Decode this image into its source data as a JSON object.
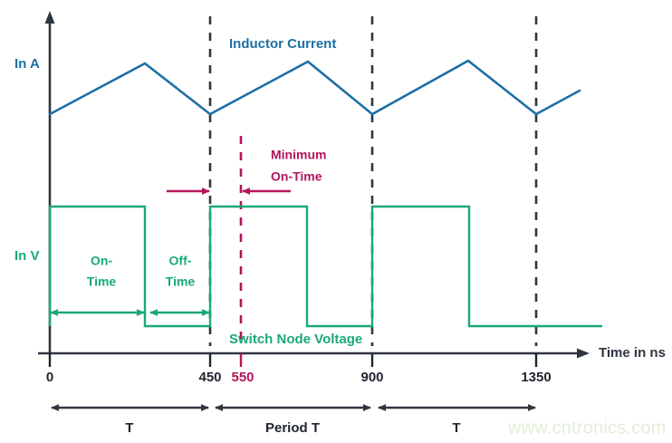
{
  "colors": {
    "current": "#1d6fa5",
    "voltage": "#1aa87a",
    "accent": "#b5145a",
    "axis": "#2f3640",
    "tick_text": "#1f2430",
    "watermark": "#e3edd6",
    "background": "#ffffff"
  },
  "axes": {
    "y_current_unit": "In A",
    "y_voltage_unit": "In V",
    "x_axis_label": "Time in ns",
    "ticks": [
      {
        "value": "0",
        "x": 55,
        "color": "#1f2430"
      },
      {
        "value": "450",
        "x": 232,
        "color": "#1f2430"
      },
      {
        "value": "550",
        "x": 266,
        "color": "#b5145a"
      },
      {
        "value": "900",
        "x": 411,
        "color": "#1f2430"
      },
      {
        "value": "1350",
        "x": 592,
        "color": "#1f2430"
      }
    ]
  },
  "series": {
    "inductor_current": {
      "label": "Inductor Current",
      "color": "#1d6fa5"
    },
    "switch_node_voltage": {
      "label": "Switch Node Voltage",
      "color": "#1aa87a"
    }
  },
  "annotations": {
    "minimum_on_time": "Minimum\nOn-Time",
    "minimum_on_time_line1": "Minimum",
    "minimum_on_time_line2": "On-Time",
    "on_time_line1": "On-",
    "on_time_line2": "Time",
    "off_time_line1": "Off-",
    "off_time_line2": "Time",
    "period_left": "T",
    "period_middle": "Period T",
    "period_right": "T"
  },
  "watermark": "www.cntronics.com",
  "chart_data": {
    "type": "line",
    "title": "Switching regulator minimum on-time timing diagram",
    "xlabel": "Time in ns",
    "ylabel": "In A / In V",
    "xlim": [
      0,
      1500
    ],
    "grid": false,
    "legend": "inline-labels",
    "x_ticks": [
      0,
      450,
      550,
      900,
      1350
    ],
    "x_tick_labels": [
      "0",
      "450",
      "550",
      "900",
      "1350"
    ],
    "vertical_markers": [
      {
        "x": 450,
        "style": "dashed",
        "color": "#2f3640"
      },
      {
        "x": 550,
        "style": "dashed",
        "color": "#b5145a"
      },
      {
        "x": 900,
        "style": "dashed",
        "color": "#2f3640"
      },
      {
        "x": 1350,
        "style": "dashed",
        "color": "#2f3640"
      }
    ],
    "series": [
      {
        "name": "Inductor Current",
        "units": "A",
        "color": "#1d6fa5",
        "shape": "triangular ripple",
        "points": [
          {
            "x": 0,
            "y": 0.4
          },
          {
            "x": 270,
            "y": 1.0
          },
          {
            "x": 450,
            "y": 0.4
          },
          {
            "x": 720,
            "y": 1.02
          },
          {
            "x": 900,
            "y": 0.4
          },
          {
            "x": 1170,
            "y": 1.0
          },
          {
            "x": 1350,
            "y": 0.4
          },
          {
            "x": 1470,
            "y": 0.78
          }
        ]
      },
      {
        "name": "Switch Node Voltage",
        "units": "V",
        "color": "#1aa87a",
        "shape": "square pulse",
        "points": [
          {
            "x": 0,
            "y": 0
          },
          {
            "x": 0,
            "y": 1
          },
          {
            "x": 270,
            "y": 1
          },
          {
            "x": 270,
            "y": 0
          },
          {
            "x": 450,
            "y": 0
          },
          {
            "x": 450,
            "y": 1
          },
          {
            "x": 720,
            "y": 1
          },
          {
            "x": 720,
            "y": 0
          },
          {
            "x": 900,
            "y": 0
          },
          {
            "x": 900,
            "y": 1
          },
          {
            "x": 1170,
            "y": 1
          },
          {
            "x": 1170,
            "y": 0
          },
          {
            "x": 1500,
            "y": 0
          }
        ]
      }
    ],
    "intervals": [
      {
        "label": "On-Time",
        "from": 0,
        "to": 270,
        "color": "#1aa87a"
      },
      {
        "label": "Off-Time",
        "from": 290,
        "to": 450,
        "color": "#1aa87a"
      },
      {
        "label": "T",
        "from": 0,
        "to": 450,
        "color": "#2f3640"
      },
      {
        "label": "Period T",
        "from": 450,
        "to": 900,
        "color": "#2f3640"
      },
      {
        "label": "T",
        "from": 900,
        "to": 1350,
        "color": "#2f3640"
      },
      {
        "label": "Minimum On-Time",
        "from": 450,
        "to": 550,
        "color": "#b5145a"
      }
    ]
  }
}
